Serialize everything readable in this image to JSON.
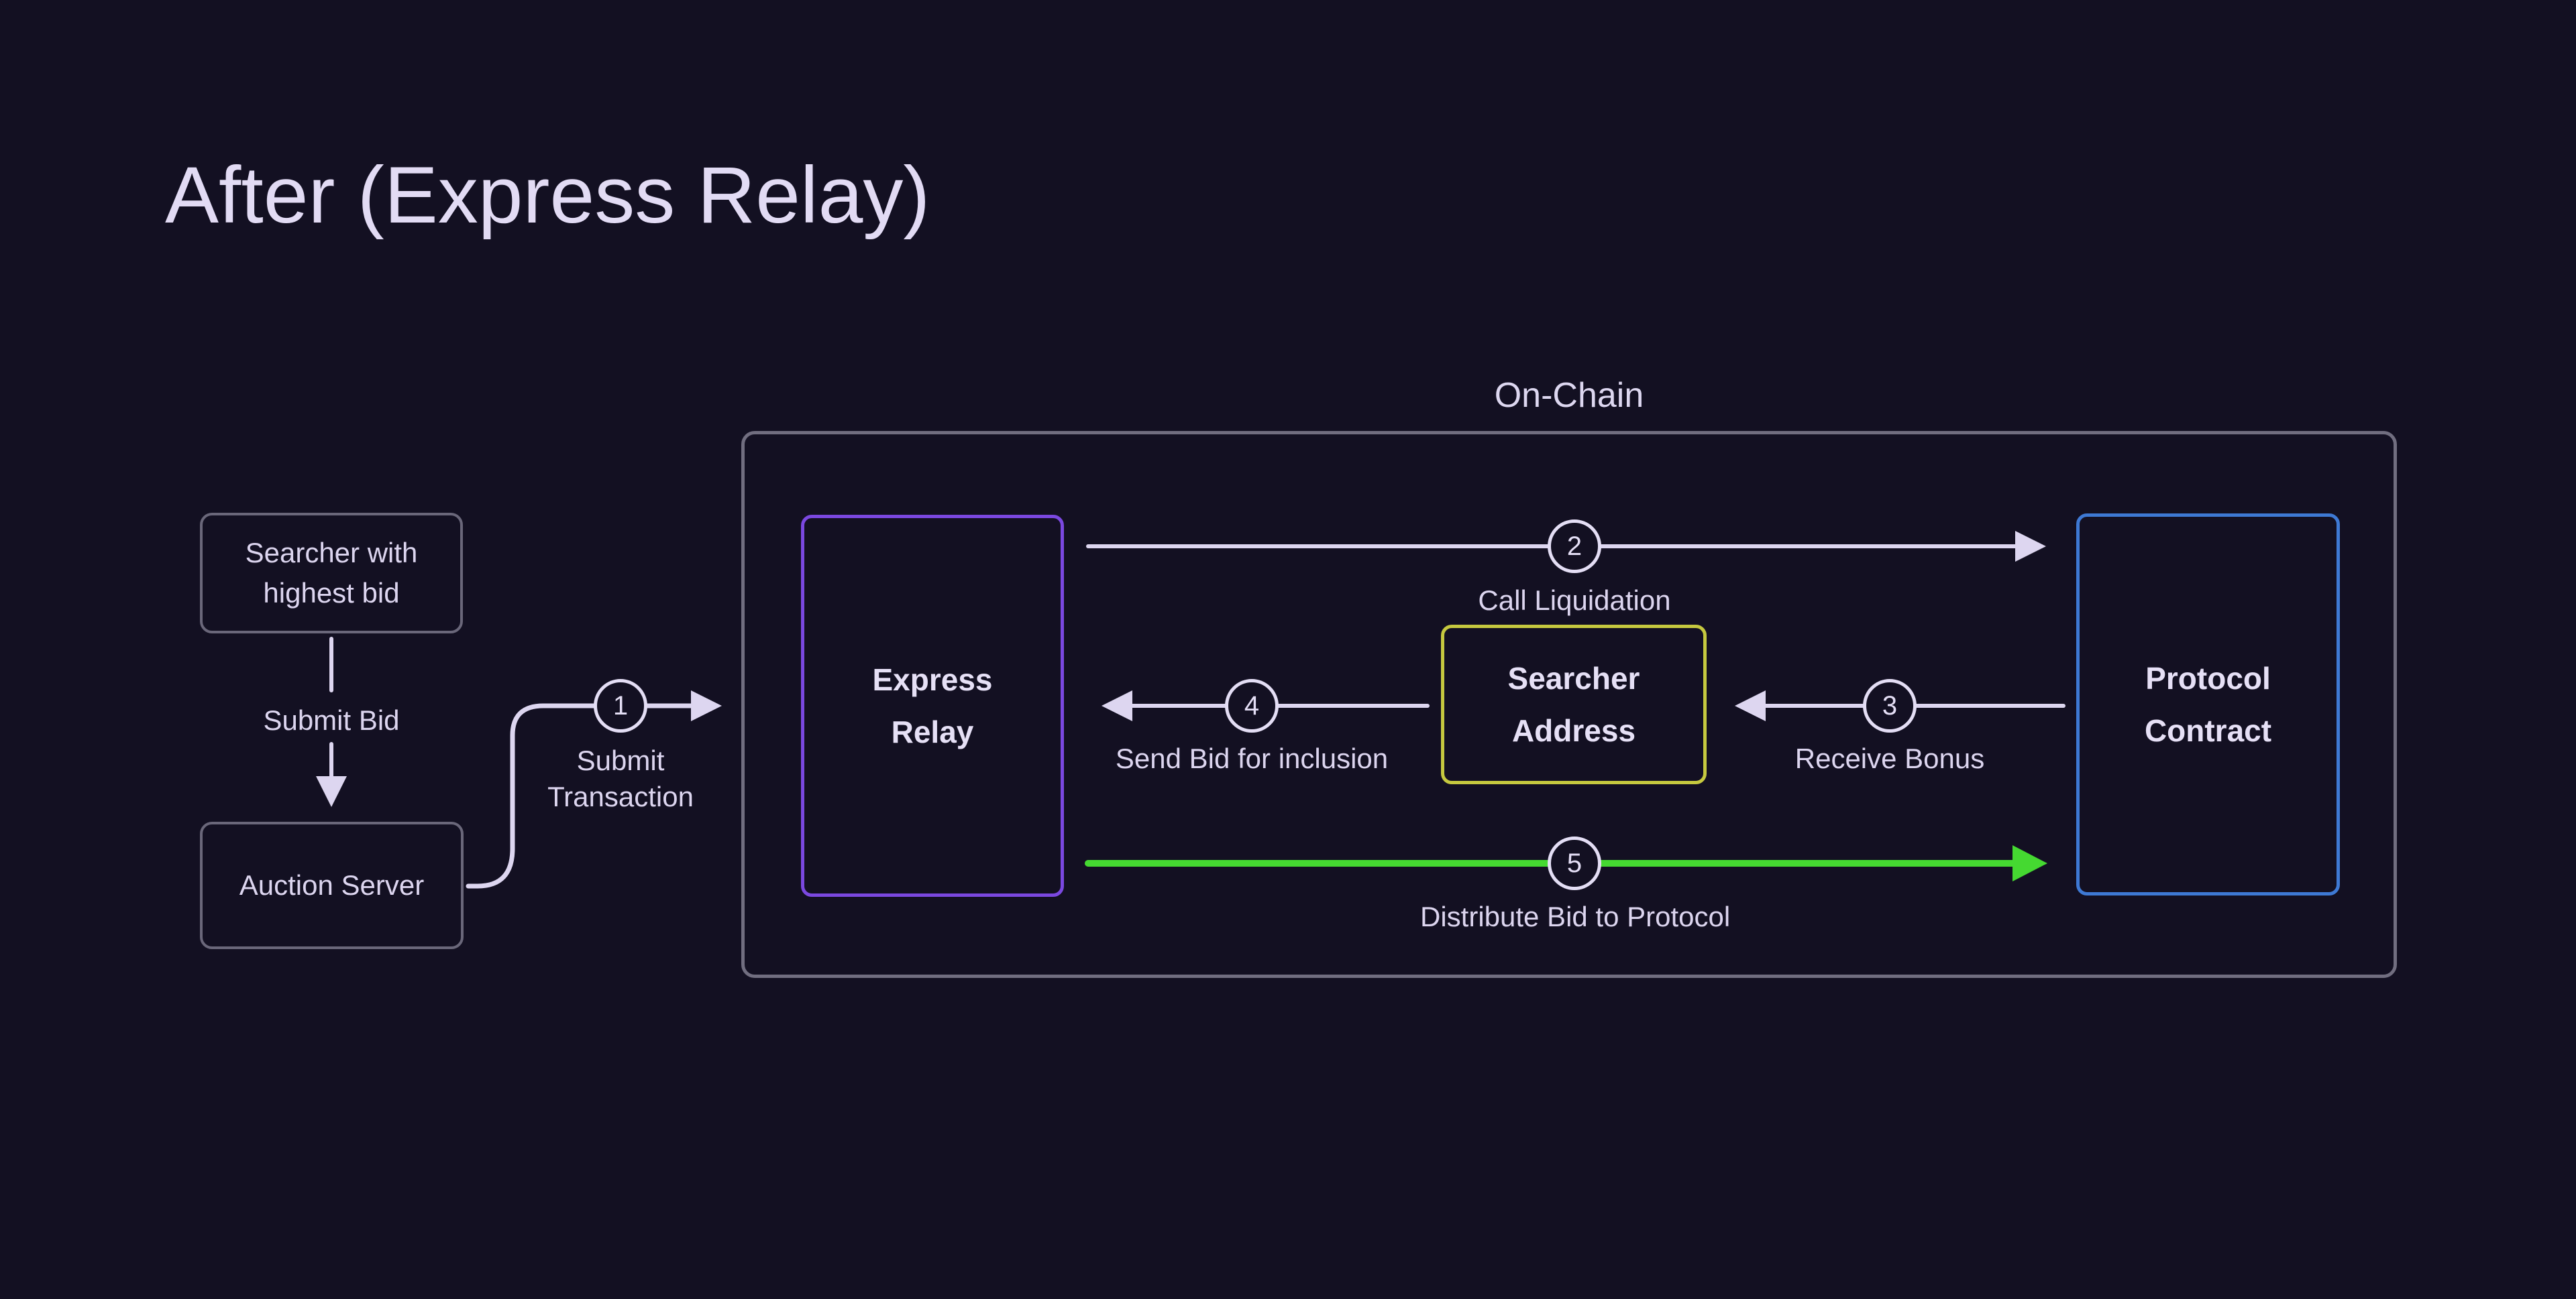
{
  "title": "After (Express Relay)",
  "on_chain": {
    "label": "On-Chain"
  },
  "nodes": {
    "searcher_bid": {
      "line1": "Searcher with",
      "line2": "highest bid"
    },
    "auction_server": {
      "label": "Auction Server"
    },
    "express_relay": {
      "line1": "Express",
      "line2": "Relay"
    },
    "searcher_address": {
      "line1": "Searcher",
      "line2": "Address"
    },
    "protocol_contract": {
      "line1": "Protocol",
      "line2": "Contract"
    }
  },
  "steps": {
    "submit_bid": {
      "label": "Submit Bid"
    },
    "step1": {
      "number": "1",
      "label_line1": "Submit",
      "label_line2": "Transaction"
    },
    "step2": {
      "number": "2",
      "label": "Call Liquidation"
    },
    "step3": {
      "number": "3",
      "label": "Receive Bonus"
    },
    "step4": {
      "number": "4",
      "label": "Send Bid for inclusion"
    },
    "step5": {
      "number": "5",
      "label": "Distribute Bid to Protocol"
    }
  },
  "colors": {
    "background": "#131022",
    "text": "#dcd5ef",
    "title_text": "#e2dbf4",
    "connector_line": "#ddd6f0",
    "green_arrow": "#45d931",
    "purple_border": "#7b48e0",
    "blue_border": "#3e79d4",
    "yellow_border": "#c6c93f",
    "gray_node_border": "#6a677a",
    "container_border": "#716e80"
  }
}
